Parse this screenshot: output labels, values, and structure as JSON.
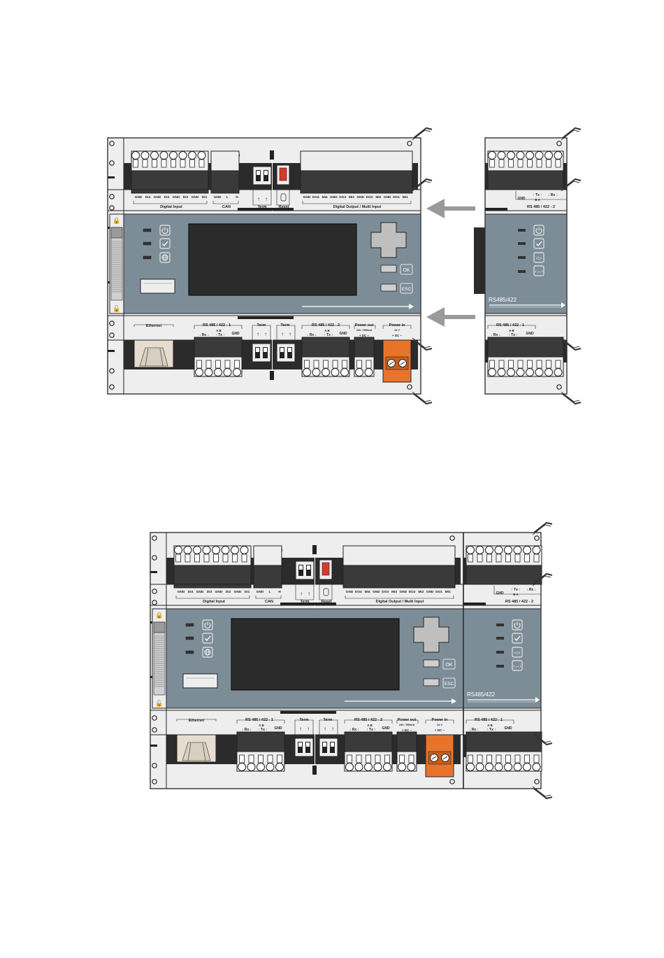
{
  "top_labels": {
    "digital_input": "Digital Input",
    "can": "CAN",
    "term": "Term",
    "reset": "Reset",
    "digital_output": "Digital Output / Multi Input",
    "ethernet": "Ethernet",
    "rs1": "RS 485 / 422 - 1",
    "rs2": "RS 485 / 422 - 2",
    "power_out": "Power out",
    "power_out_spec": "24V / 500mA",
    "power_in": "Power in",
    "power_in_spec": "24 V",
    "dc": "DC",
    "ok": "OK",
    "esc": "ESC",
    "rs485_422": "RS485/422",
    "rx": "Rx",
    "tx": "Tx",
    "gnd": "GND",
    "a": "A",
    "b": "B"
  },
  "di_pins": [
    "GND",
    "DI4",
    "GND",
    "DI3",
    "GND",
    "DI2",
    "GND",
    "DI1"
  ],
  "can_pins": [
    "GND",
    "L",
    "H"
  ],
  "do_pins": [
    "GND",
    "DO4",
    "MI4",
    "GND",
    "DO3",
    "MI3",
    "GND",
    "DO2",
    "MI2",
    "GND",
    "DO1",
    "MI1"
  ],
  "colors": {
    "housing": "#eeeeee",
    "panel": "#7d8d98",
    "dark": "#2b2b2b",
    "power": "#e8742c",
    "arrow": "#9a9a9a",
    "reset_switch": "#d63a2e"
  },
  "icons": [
    "power-icon",
    "check-icon",
    "globe-icon",
    "io-arrows-icon",
    "bidirectional-arrows-icon"
  ]
}
